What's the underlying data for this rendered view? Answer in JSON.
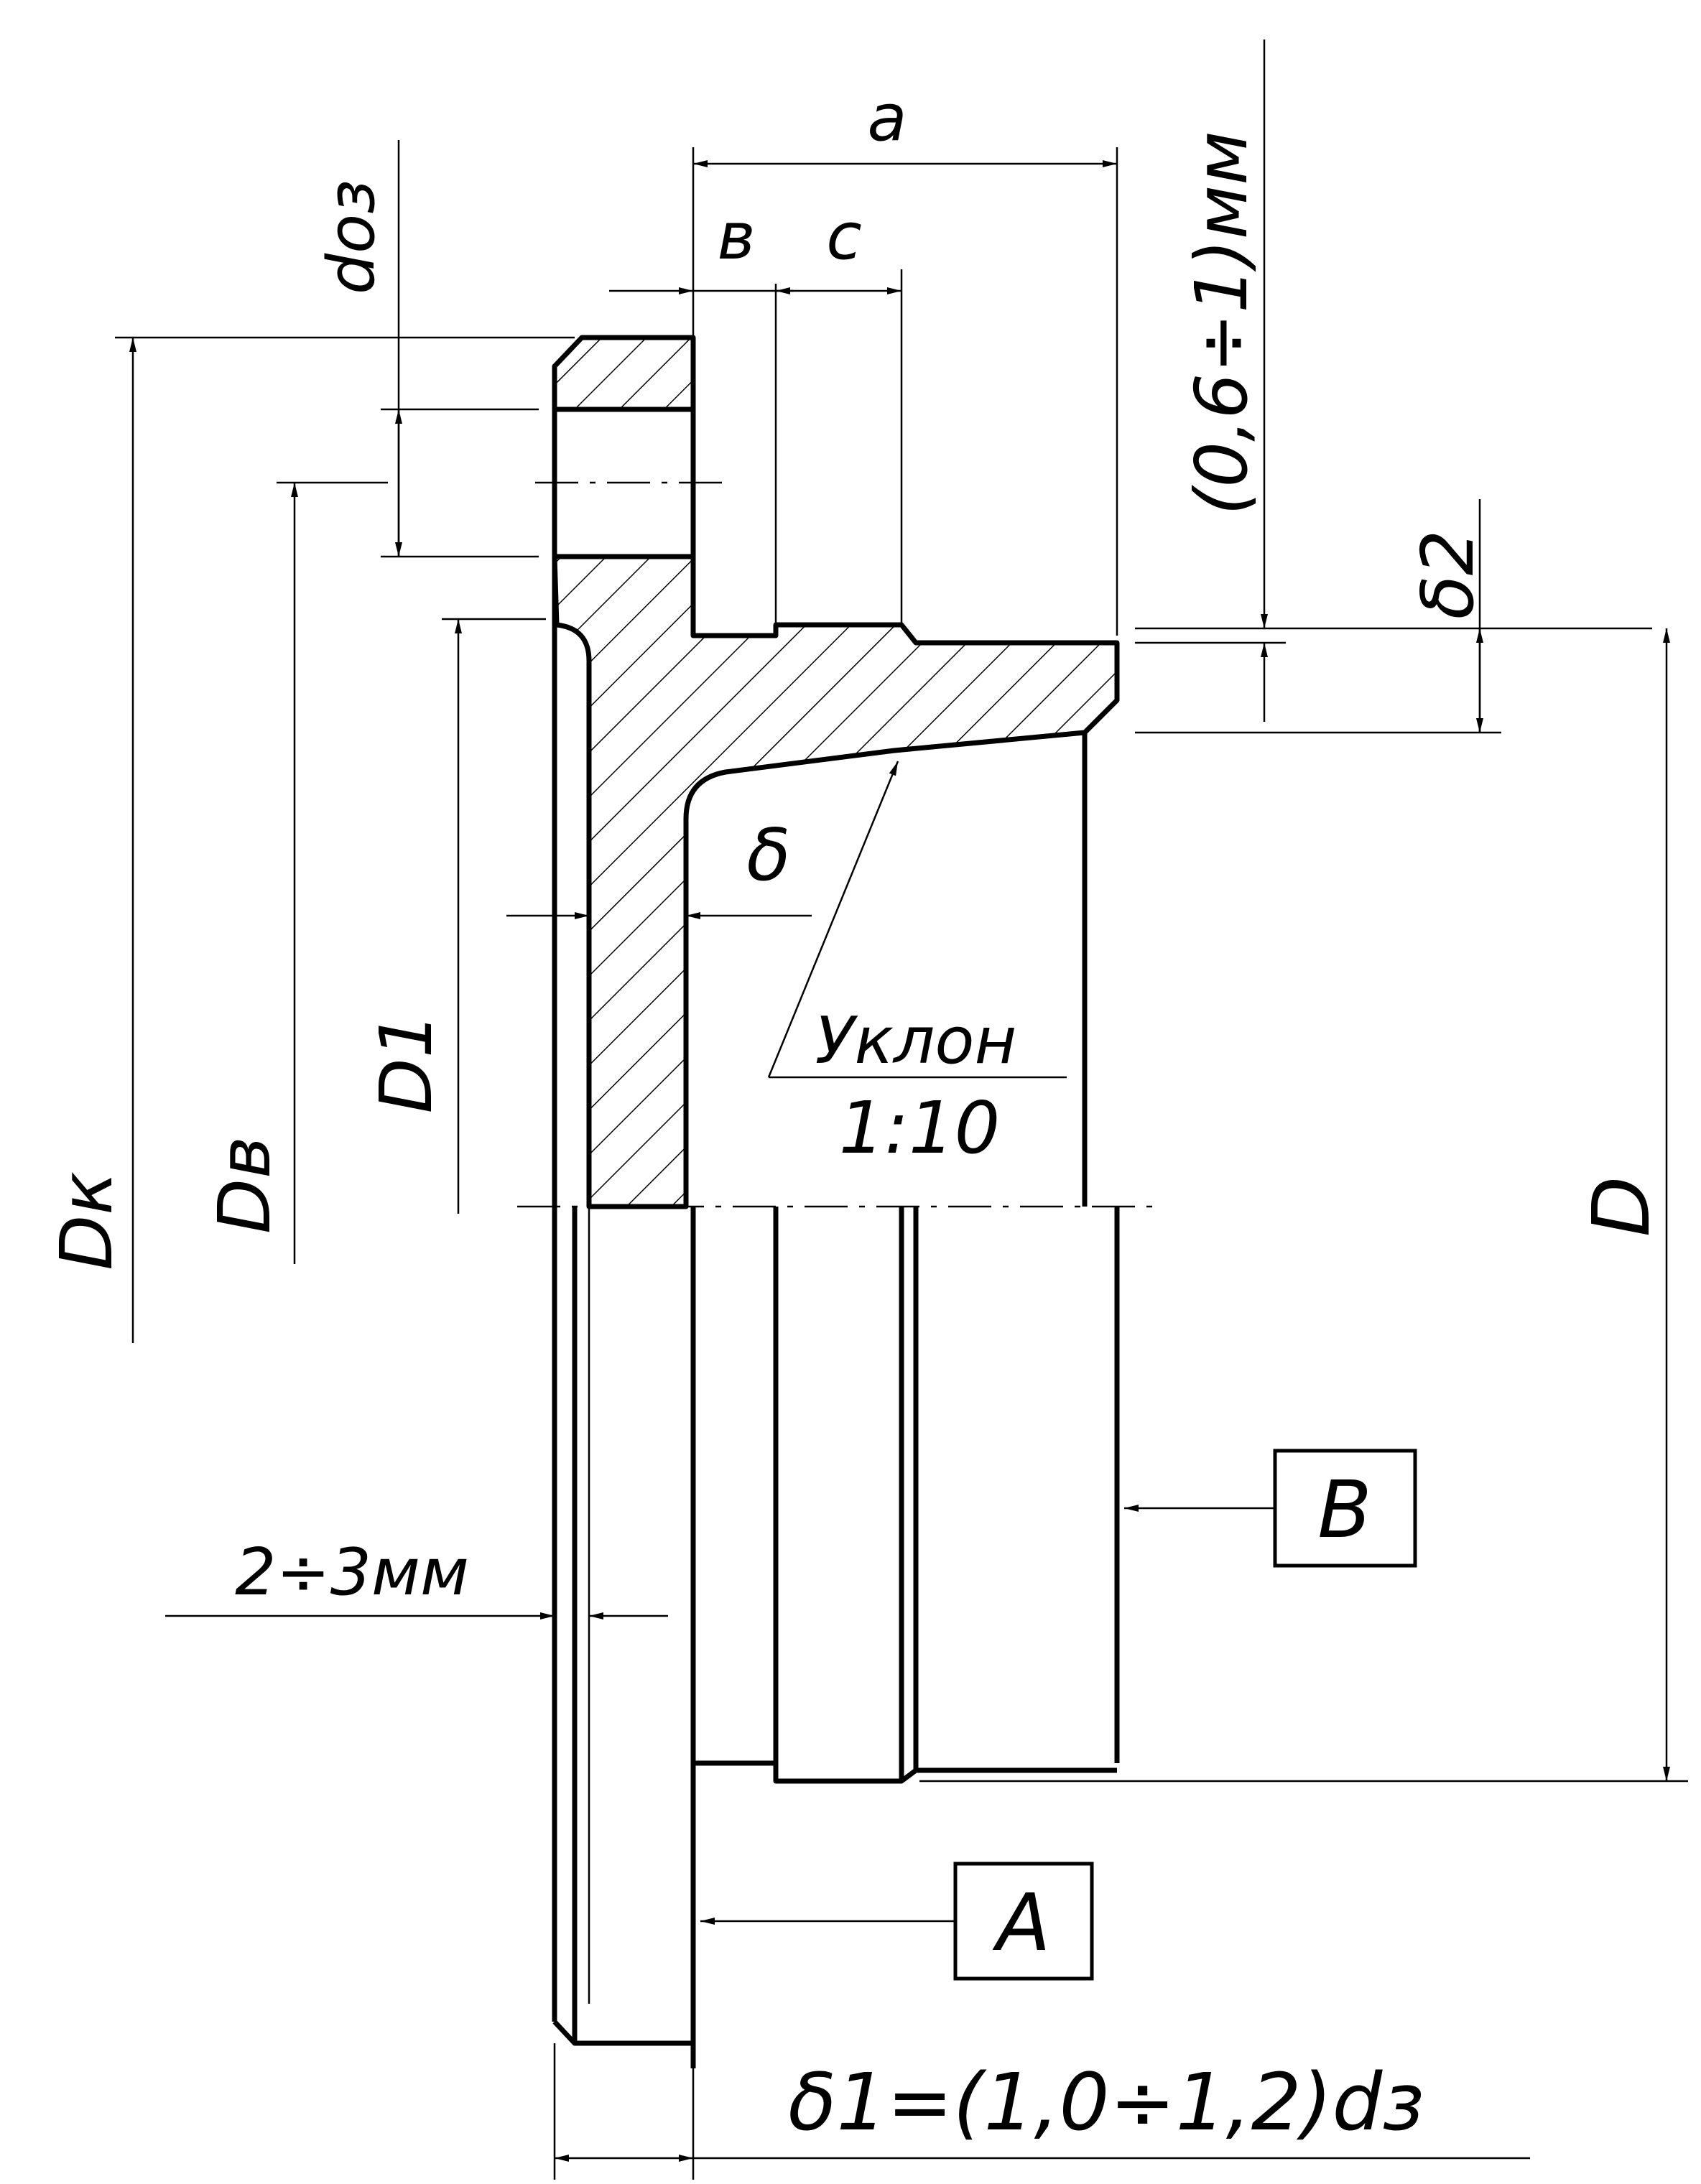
{
  "colors": {
    "line": "#000000",
    "background": "#ffffff"
  },
  "labels": {
    "a": "a",
    "b": "в",
    "c": "с",
    "d_oz": "dоз",
    "D_k": "Dк",
    "D_v": "Dв",
    "D_1": "D1",
    "D": "D",
    "delta": "δ",
    "delta_2": "δ2",
    "gap": "(0,6÷1)мм",
    "slope_word": "Уклон",
    "slope_ratio": "1:10",
    "two_three": "2÷3мм",
    "view_A": "A",
    "view_B": "B",
    "delta_1_formula": "δ1=(1,0÷1,2)dз"
  }
}
